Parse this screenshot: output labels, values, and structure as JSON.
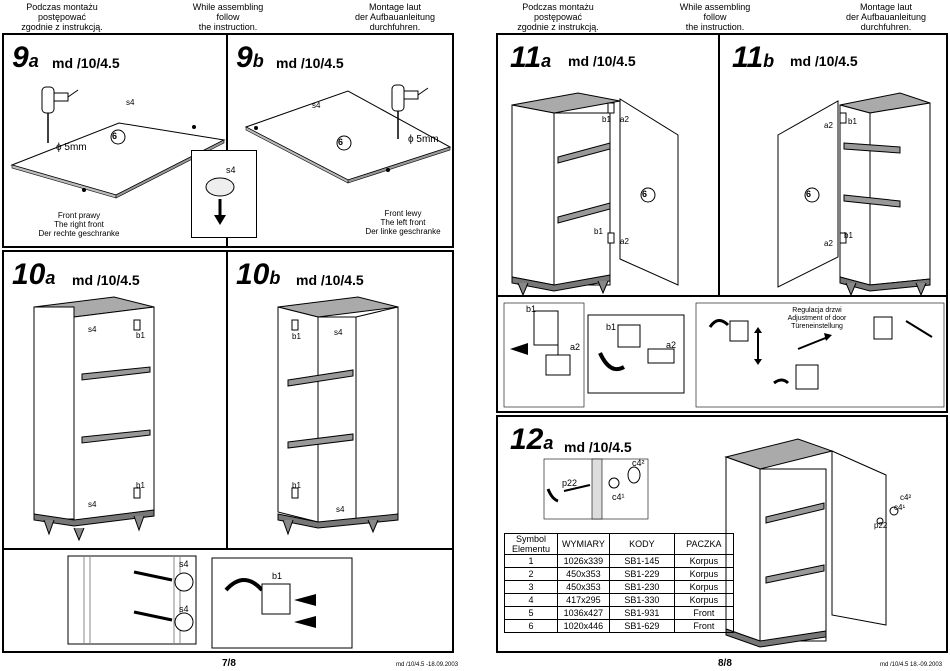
{
  "headers": {
    "pl": [
      "Podczas montażu",
      "postępować",
      "zgodnie z instrukcją."
    ],
    "en": [
      "While assembling",
      "follow",
      "the instruction."
    ],
    "de": [
      "Montage laut",
      "der Aufbauanleitung",
      "durchfuhren."
    ]
  },
  "steps": {
    "s9a": {
      "num": "9",
      "suffix": "a",
      "code": "md /10/4.5",
      "caption": [
        "Front prawy",
        "The right front",
        "Der rechte geschranke"
      ],
      "drill": "ϕ 5mm",
      "part": "6",
      "screw": "s4"
    },
    "s9b": {
      "num": "9",
      "suffix": "b",
      "code": "md /10/4.5",
      "caption": [
        "Front lewy",
        "The left front",
        "Der linke geschranke"
      ],
      "drill": "ϕ 5mm",
      "part": "6",
      "screw": "s4"
    },
    "s9detail": {
      "screw": "s4"
    },
    "s10a": {
      "num": "10",
      "suffix": "a",
      "code": "md /10/4.5",
      "s4": "s4",
      "b1": "b1"
    },
    "s10b": {
      "num": "10",
      "suffix": "b",
      "code": "md /10/4.5",
      "s4": "s4",
      "b1": "b1"
    },
    "s10detail": {
      "s4": "s4",
      "b1": "b1"
    },
    "s11a": {
      "num": "11",
      "suffix": "a",
      "code": "md /10/4.5",
      "b1": "b1",
      "a2": "a2",
      "part": "6"
    },
    "s11b": {
      "num": "11",
      "suffix": "b",
      "code": "md /10/4.5",
      "b1": "b1",
      "a2": "a2",
      "part": "6"
    },
    "s11detail": {
      "b1": "b1",
      "a2": "a2",
      "adjust": [
        "Regulacja drzwi",
        "Adjustment of door",
        "Türeneinstellung"
      ]
    },
    "s12a": {
      "num": "12",
      "suffix": "a",
      "code": "md /10/4.5",
      "p22": "p22",
      "c4_2": "c4²",
      "c4_1": "c4¹"
    }
  },
  "parts_table": {
    "headers": [
      "Symbol Elementu",
      "WYMIARY",
      "KODY",
      "PACZKA"
    ],
    "rows": [
      [
        "1",
        "1026x339",
        "SB1-145",
        "Korpus"
      ],
      [
        "2",
        "450x353",
        "SB1-229",
        "Korpus"
      ],
      [
        "3",
        "450x353",
        "SB1-230",
        "Korpus"
      ],
      [
        "4",
        "417x295",
        "SB1-330",
        "Korpus"
      ],
      [
        "5",
        "1036x427",
        "SB1-931",
        "Front"
      ],
      [
        "6",
        "1020x446",
        "SB1-629",
        "Front"
      ]
    ]
  },
  "footer": {
    "left_page": "7/8",
    "right_page": "8/8",
    "left_code": "md /10/4.5 -18.09.2003",
    "right_code": "md /10/4.5 18.-09.2003"
  }
}
